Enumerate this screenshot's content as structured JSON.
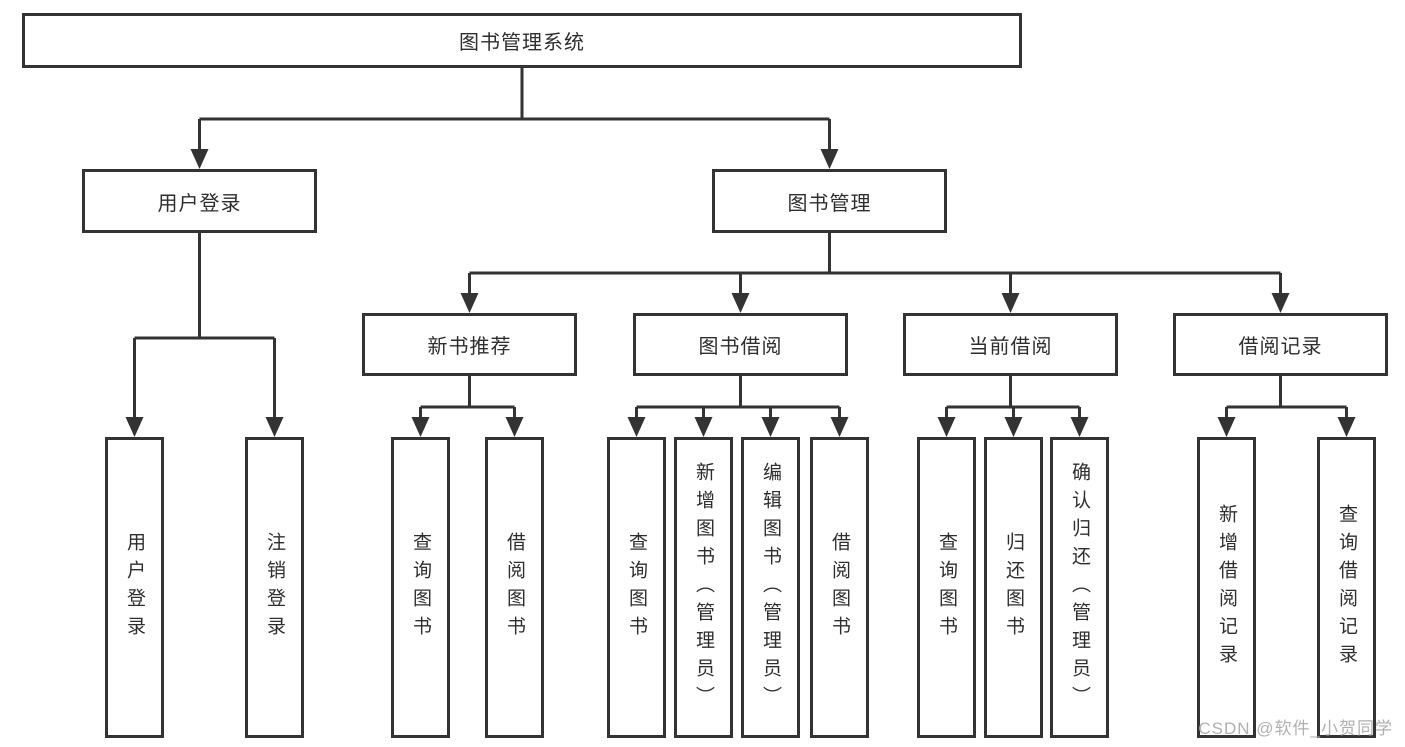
{
  "tree": {
    "label": "图书管理系统",
    "children": [
      {
        "label": "用户登录",
        "children": [
          {
            "label": "用户登录"
          },
          {
            "label": "注销登录"
          }
        ]
      },
      {
        "label": "图书管理",
        "children": [
          {
            "label": "新书推荐",
            "children": [
              {
                "label": "查询图书"
              },
              {
                "label": "借阅图书"
              }
            ]
          },
          {
            "label": "图书借阅",
            "children": [
              {
                "label": "查询图书"
              },
              {
                "label": "新增图书（管理员）"
              },
              {
                "label": "编辑图书（管理员）"
              },
              {
                "label": "借阅图书"
              }
            ]
          },
          {
            "label": "当前借阅",
            "children": [
              {
                "label": "查询图书"
              },
              {
                "label": "归还图书"
              },
              {
                "label": "确认归还（管理员）"
              }
            ]
          },
          {
            "label": "借阅记录",
            "children": [
              {
                "label": "新增借阅记录"
              },
              {
                "label": "查询借阅记录"
              }
            ]
          }
        ]
      }
    ]
  },
  "watermark": "CSDN @软件_小贺同学",
  "colors": {
    "line": "#333333",
    "text": "#2e2e2e",
    "watermark": "#b0b0b0"
  }
}
